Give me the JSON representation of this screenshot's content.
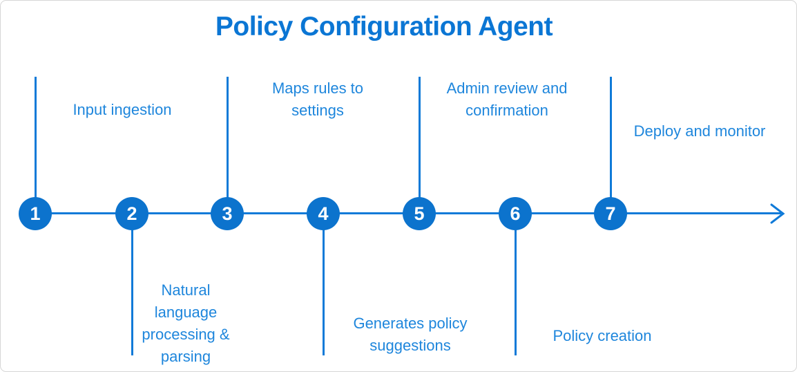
{
  "title": "Policy Configuration Agent",
  "colors": {
    "title_blue": "#0b76d4",
    "label_blue": "#1e86dc",
    "node_blue": "#0c73cd",
    "line_blue": "#0f7ad8"
  },
  "timeline": {
    "direction": "left-to-right",
    "arrow": "chevron-right"
  },
  "steps": [
    {
      "number": "1",
      "label": "Input ingestion",
      "label_position": "above"
    },
    {
      "number": "2",
      "label": "Natural language processing & parsing",
      "label_position": "below"
    },
    {
      "number": "3",
      "label": "Maps rules to settings",
      "label_position": "above"
    },
    {
      "number": "4",
      "label": "Generates policy suggestions",
      "label_position": "below"
    },
    {
      "number": "5",
      "label": "Admin review and confirmation",
      "label_position": "above"
    },
    {
      "number": "6",
      "label": "Policy creation",
      "label_position": "below"
    },
    {
      "number": "7",
      "label": "Deploy and monitor",
      "label_position": "above"
    }
  ]
}
